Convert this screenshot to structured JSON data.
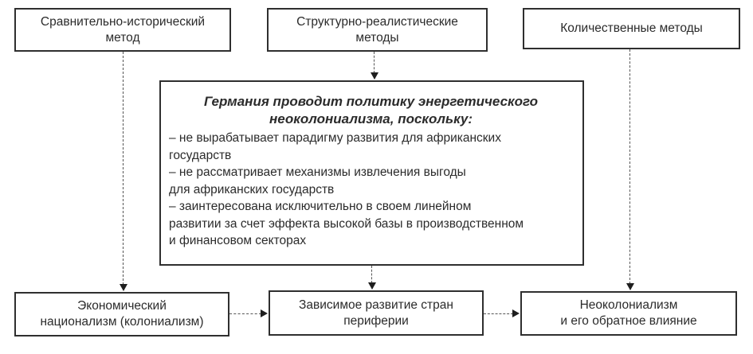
{
  "diagram": {
    "top_row": {
      "comparative_historical": "Сравнительно-исторический\nметод",
      "structural_realistic": "Структурно-реалистические\nметоды",
      "quantitative": "Количественные методы"
    },
    "center": {
      "heading": "Германия проводит политику энергетического\nнеоколониализма, поскольку:",
      "bullets": [
        "– не вырабатывает парадигму развития для африканских\nгосударств",
        "– не рассматривает механизмы извлечения выгоды\nдля африканских государств",
        "– заинтересована исключительно в своем линейном\nразвитии за счет эффекта высокой базы в производственном\nи финансовом секторах"
      ]
    },
    "bottom_row": {
      "economic_nationalism": "Экономический\nнационализм (колониализм)",
      "dependent_development": "Зависимое развитие стран\nпериферии",
      "neocolonialism": "Неоколониализм\nи его обратное влияние"
    },
    "colors": {
      "background": "#ffffff",
      "box_border": "#2f2f2f",
      "text": "#2b2b2b",
      "arrow_line": "#555555",
      "arrow_head": "#1e1e1e"
    }
  }
}
